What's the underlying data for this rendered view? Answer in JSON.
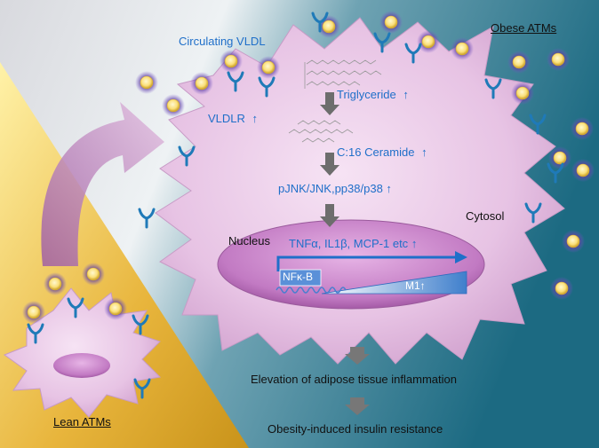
{
  "labels": {
    "obese_atms": "Obese ATMs",
    "lean_atms": "Lean ATMs",
    "circulating_vldl": "Circulating VLDL",
    "vldlr": "VLDLR",
    "triglyceride": "Triglyceride",
    "ceramide": "C:16 Ceramide",
    "pjnk": "pJNK/JNK,pp38/p38",
    "cytosol": "Cytosol",
    "nucleus": "Nucleus",
    "cytokines": "TNFα, IL1β, MCP-1 etc",
    "nfkb": "NFκ-B",
    "m1": "M1",
    "inflammation": "Elevation of adipose tissue inflammation",
    "insulin_resistance": "Obesity-induced insulin resistance",
    "up_arrow": "↑"
  },
  "colors": {
    "label_blue": "#1f6fc9",
    "cell_pink": "#e9c6e7",
    "nucleus_pink": "#c57fc6",
    "receptor_blue": "#1f7ab8",
    "flow_arrow_gray": "#6d6d6d",
    "lipid_yellow": "#fbe48a"
  }
}
